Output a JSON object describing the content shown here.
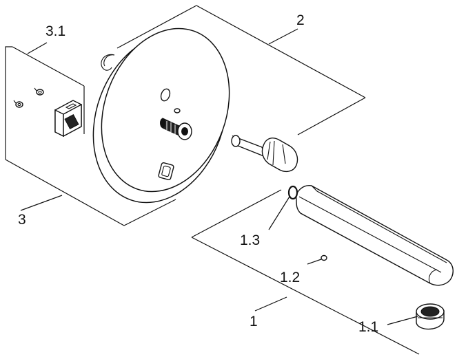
{
  "labels": {
    "l3_1": "3.1",
    "l2": "2",
    "l3": "3",
    "l1_3": "1.3",
    "l1_2": "1.2",
    "l1": "1",
    "l1_1": "1.1"
  }
}
